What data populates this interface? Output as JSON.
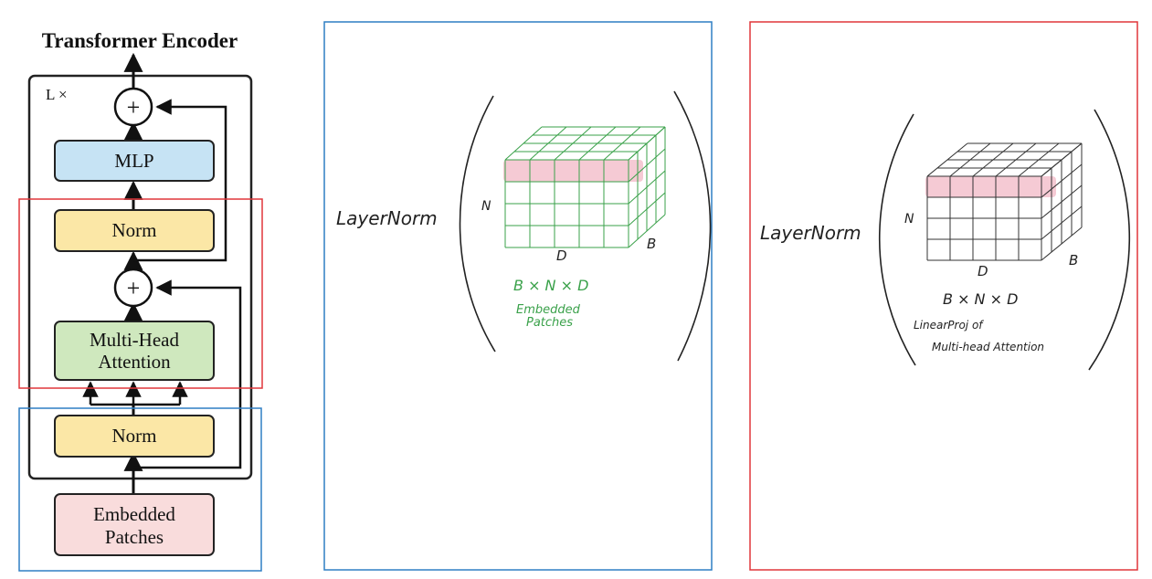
{
  "encoder": {
    "title": "Transformer Encoder",
    "repeat_label": "L ×",
    "plus_symbol": "+",
    "mlp_label": "MLP",
    "norm_top_label": "Norm",
    "attention_line1": "Multi-Head",
    "attention_line2": "Attention",
    "norm_bottom_label": "Norm",
    "patches_line1": "Embedded",
    "patches_line2": "Patches"
  },
  "panel_blue": {
    "func_label": "LayerNorm",
    "dim_n": "N",
    "dim_d": "D",
    "dim_b": "B",
    "shape_label": "B × N × D",
    "note_line1": "Embedded",
    "note_line2": "Patches"
  },
  "panel_red": {
    "func_label": "LayerNorm",
    "dim_n": "N",
    "dim_d": "D",
    "dim_b": "B",
    "shape_label": "B × N × D",
    "note_line1": "LinearProj of",
    "note_line2": "Multi-head Attention"
  },
  "colors": {
    "mlp": "#c6e3f4",
    "norm": "#fbe7a6",
    "attention": "#cfe8be",
    "patches": "#f9dcdc",
    "highlight_red": "#e0363a",
    "highlight_blue": "#2f7fc4",
    "cube_green": "#3aa14a",
    "cube_black": "#333333",
    "row_pink": "#f2b8c6"
  }
}
